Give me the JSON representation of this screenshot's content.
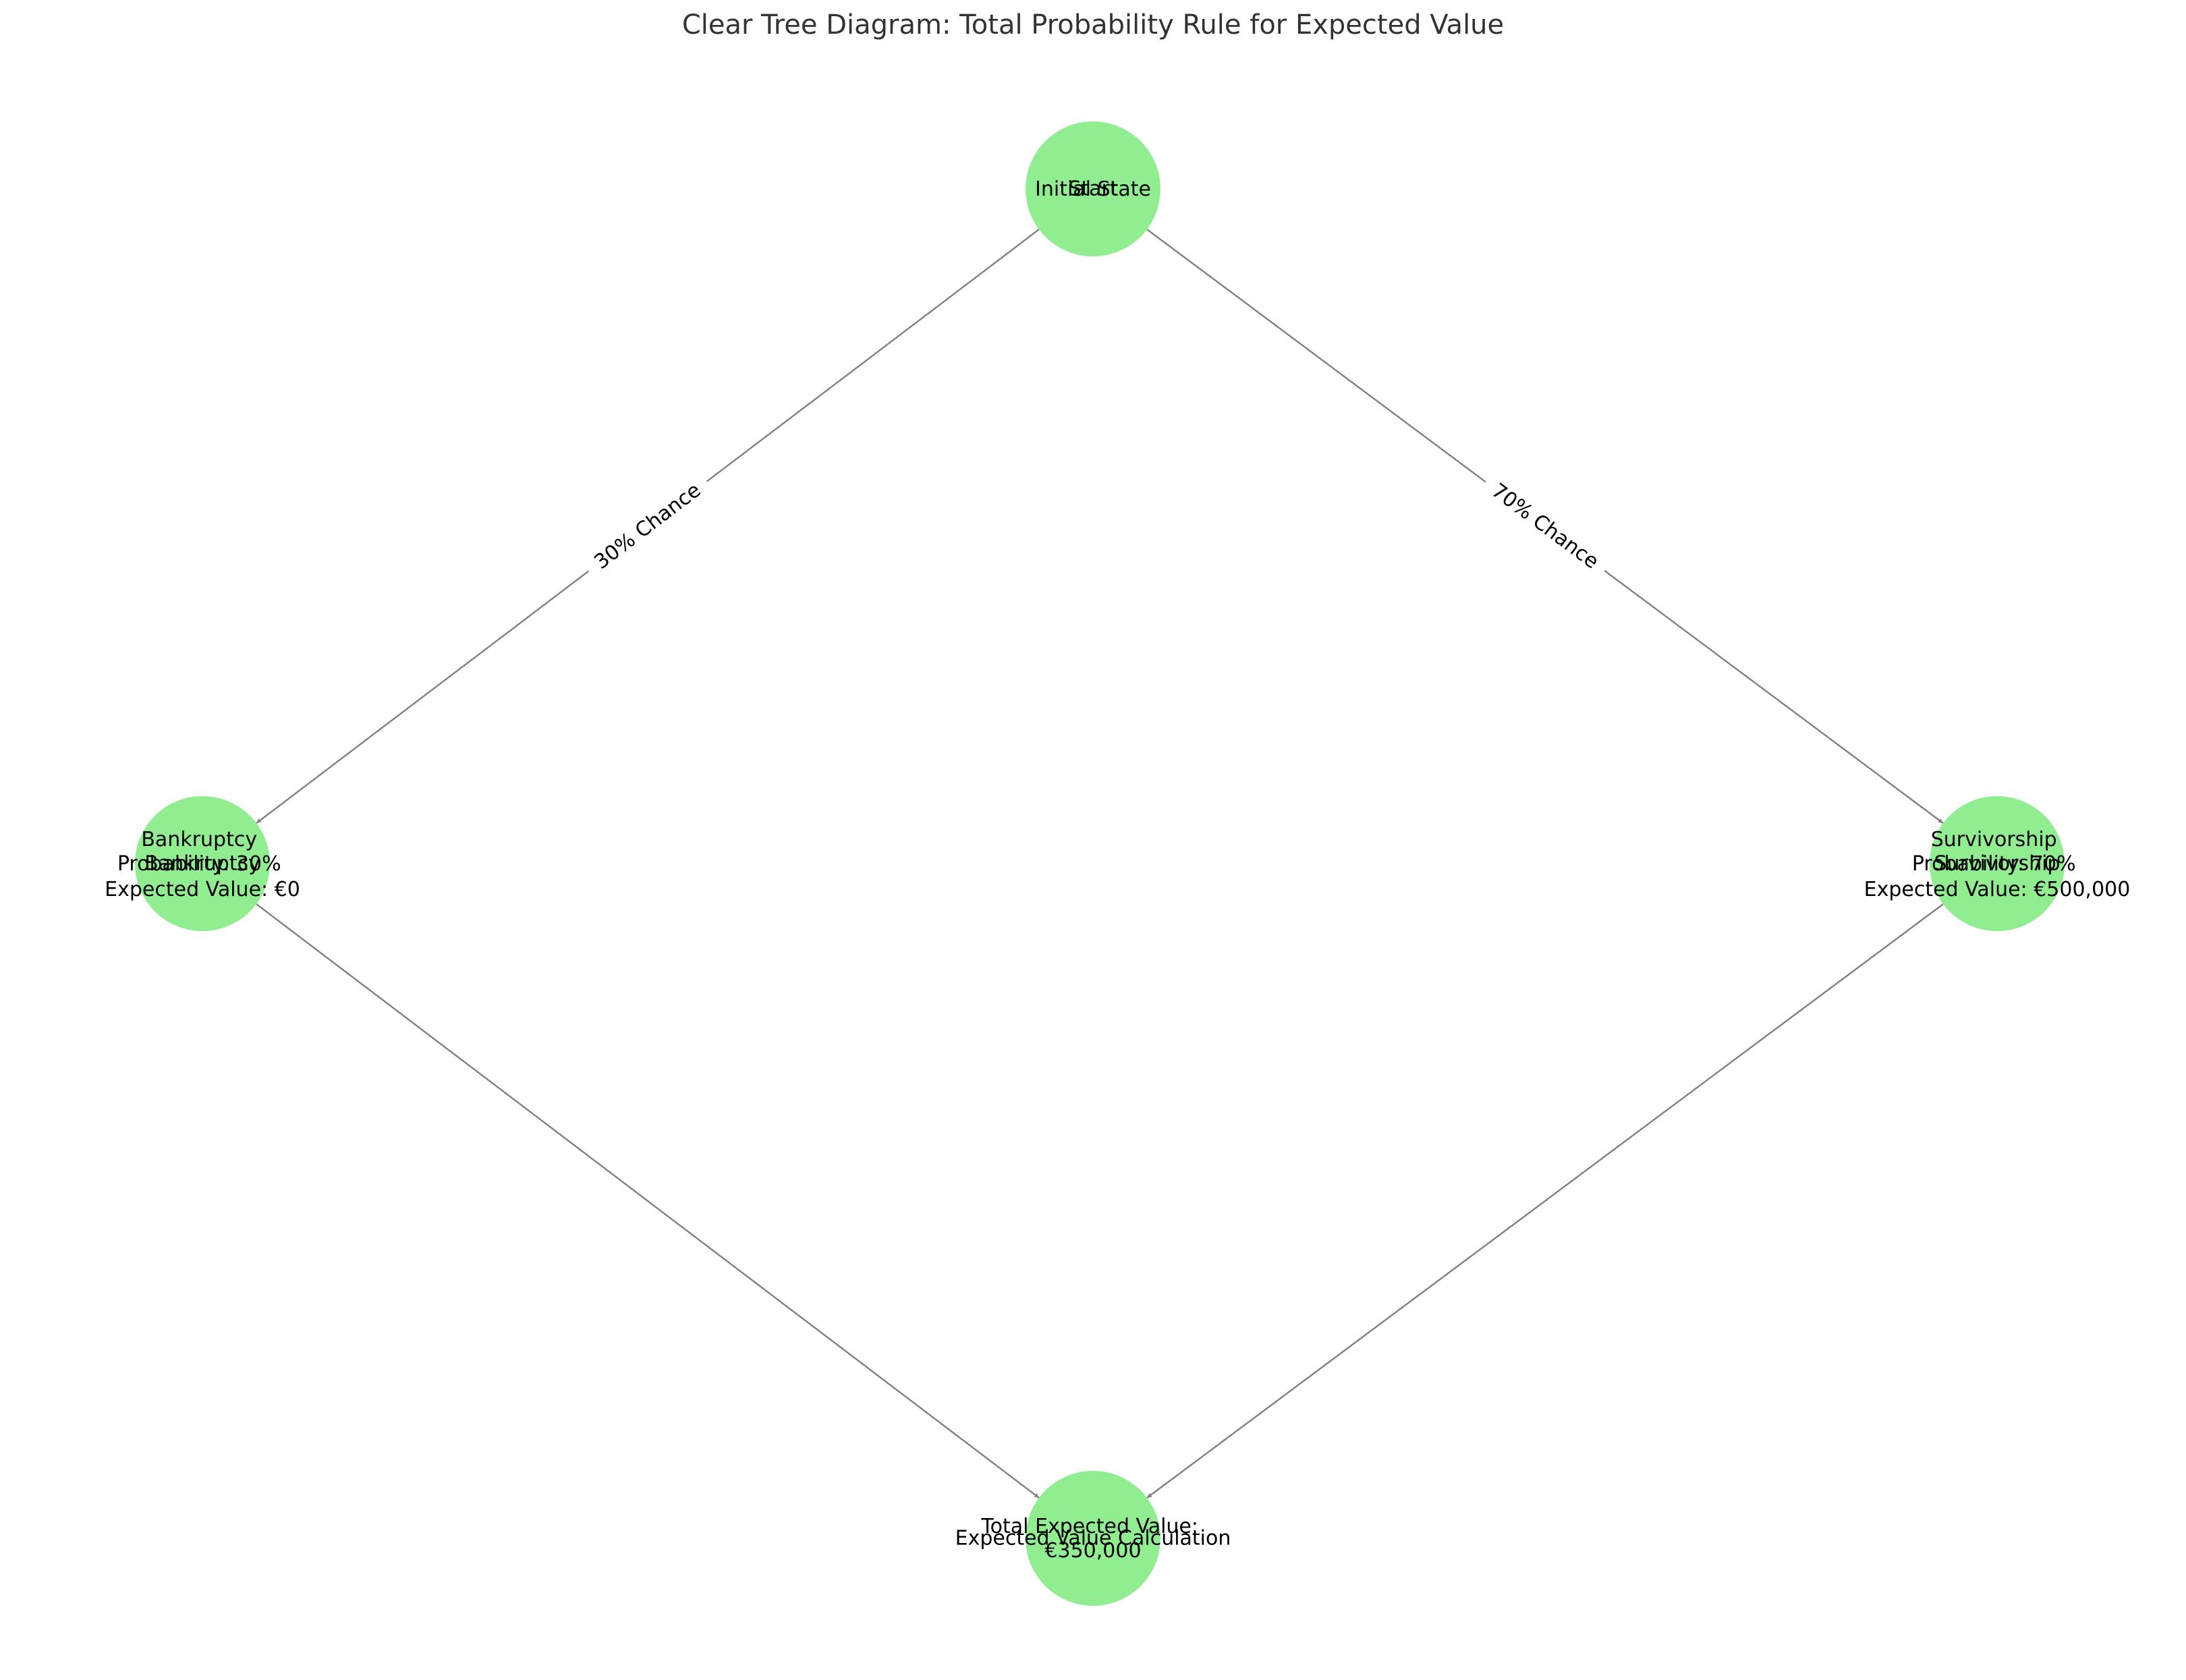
{
  "title": "Clear Tree Diagram: Total Probability Rule for Expected Value",
  "colors": {
    "node_fill": "#90ee90",
    "edge": "#808080",
    "title": "#333333"
  },
  "nodes": {
    "start": {
      "id_label": "Start",
      "display_lines": [
        "Initial State"
      ]
    },
    "bankruptcy": {
      "id_label": "Bankruptcy",
      "display_lines": [
        "Bankruptcy",
        "Probability: 30%",
        "Expected Value: €0"
      ]
    },
    "survivorship": {
      "id_label": "Survivorship",
      "display_lines": [
        "Survivorship",
        "Probability: 70%",
        "Expected Value: €500,000"
      ]
    },
    "total": {
      "id_label": "Expected Value Calculation",
      "display_lines": [
        "Total Expected Value:",
        "€350,000"
      ]
    }
  },
  "edges": [
    {
      "from": "start",
      "to": "bankruptcy",
      "label": "30% Chance"
    },
    {
      "from": "start",
      "to": "survivorship",
      "label": "70% Chance"
    },
    {
      "from": "bankruptcy",
      "to": "total",
      "label": ""
    },
    {
      "from": "survivorship",
      "to": "total",
      "label": ""
    }
  ]
}
